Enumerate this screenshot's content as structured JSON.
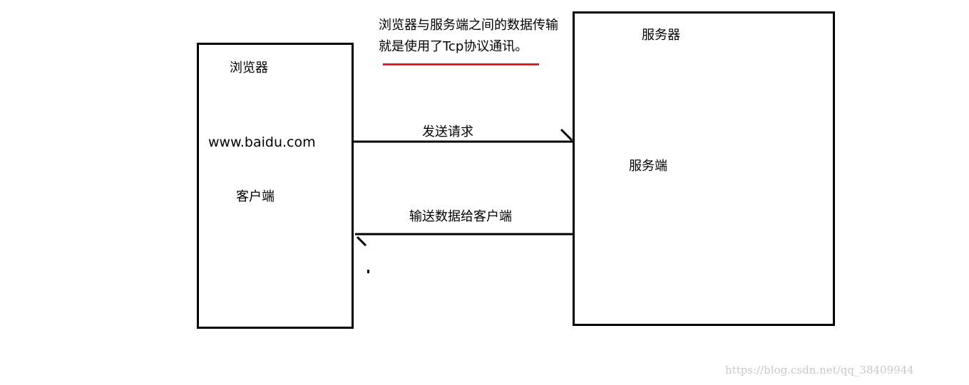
{
  "client": {
    "title": "浏览器",
    "url": "www.baidu.com",
    "role": "客户端"
  },
  "server": {
    "title": "服务器",
    "role": "服务端"
  },
  "note": {
    "text": "浏览器与服务端之间的数据传输就是使用了Tcp协议通讯。",
    "underline_color": "#e02020"
  },
  "arrows": {
    "request_label": "发送请求",
    "response_label": "输送数据给客户端"
  },
  "watermark": "https://blog.csdn.net/qq_38409944"
}
